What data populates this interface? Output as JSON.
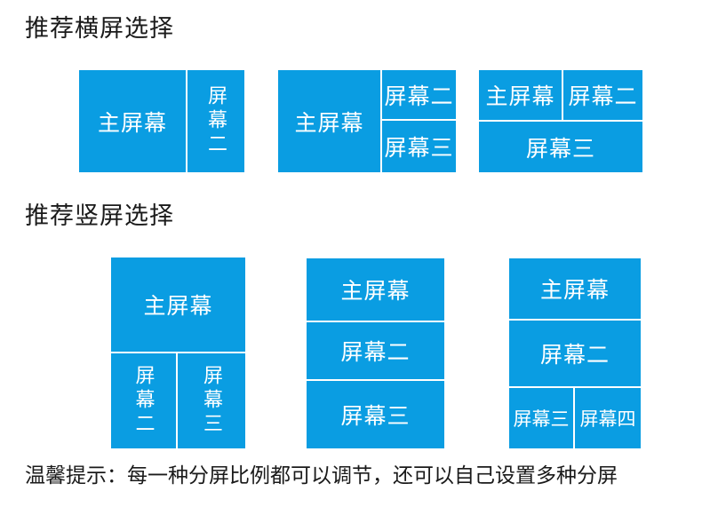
{
  "colors": {
    "panel_blue": "#0a9de2",
    "divider": "#ffffff",
    "heading_text": "#1a1a1a",
    "label_text": "#ffffff",
    "page_bg": "#ffffff"
  },
  "landscape_section": {
    "heading": "推荐横屏选择",
    "layouts": [
      {
        "main": "主屏幕",
        "screen2": "屏幕二"
      },
      {
        "main": "主屏幕",
        "screen2": "屏幕二",
        "screen3": "屏幕三"
      },
      {
        "main": "主屏幕",
        "screen2": "屏幕二",
        "screen3": "屏幕三"
      }
    ]
  },
  "portrait_section": {
    "heading": "推荐竖屏选择",
    "layouts": [
      {
        "main": "主屏幕",
        "screen2": "屏幕二",
        "screen3": "屏幕三"
      },
      {
        "main": "主屏幕",
        "screen2": "屏幕二",
        "screen3": "屏幕三"
      },
      {
        "main": "主屏幕",
        "screen2": "屏幕二",
        "screen3": "屏幕三",
        "screen4": "屏幕四"
      }
    ]
  },
  "tip": "温馨提示：每一种分屏比例都可以调节，还可以自己设置多种分屏"
}
